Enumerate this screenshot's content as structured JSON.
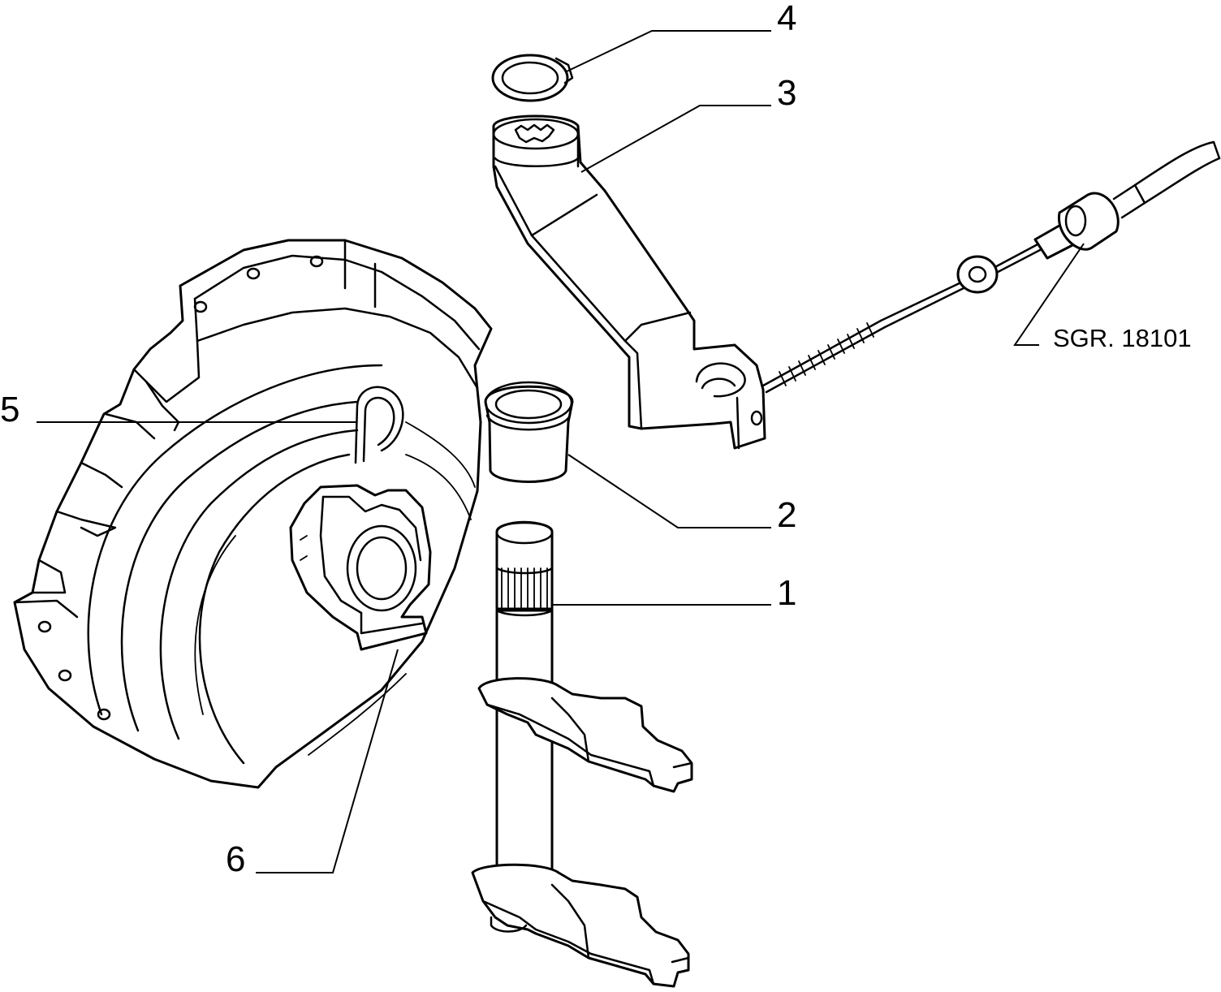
{
  "callouts": [
    {
      "id": "1",
      "label": "1"
    },
    {
      "id": "2",
      "label": "2"
    },
    {
      "id": "3",
      "label": "3"
    },
    {
      "id": "4",
      "label": "4"
    },
    {
      "id": "5",
      "label": "5"
    },
    {
      "id": "6",
      "label": "6"
    }
  ],
  "reference_code": "SGR. 18101"
}
